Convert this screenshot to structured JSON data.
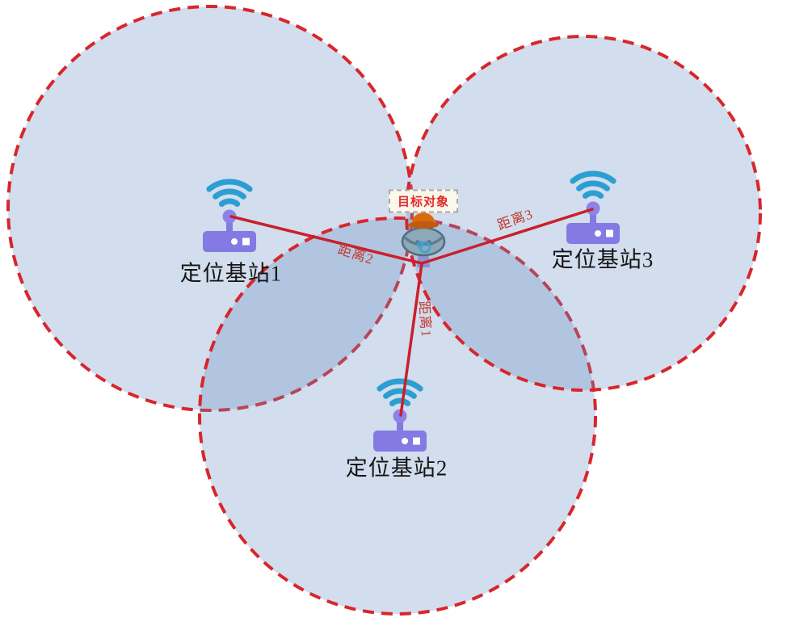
{
  "diagram": {
    "target": {
      "label": "目标对象"
    },
    "stations": {
      "s1": {
        "label": "定位基站1"
      },
      "s2": {
        "label": "定位基站2"
      },
      "s3": {
        "label": "定位基站3"
      }
    },
    "distances": {
      "d1": {
        "label": "距离1"
      },
      "d2": {
        "label": "距离2"
      },
      "d3": {
        "label": "距离3"
      }
    },
    "colors": {
      "circle_stroke": "#d8262b",
      "circle_fill": "rgba(107,143,197,0.30)",
      "line": "#c9202c",
      "router_body": "#837ae4",
      "router_knob": "#8d82e8",
      "wifi": "#2b9fd2",
      "station_text": "#141414",
      "distance_text": "#c23b2f",
      "target_text": "#e02b2b",
      "target_box_bg": "#fdf8ec"
    }
  }
}
